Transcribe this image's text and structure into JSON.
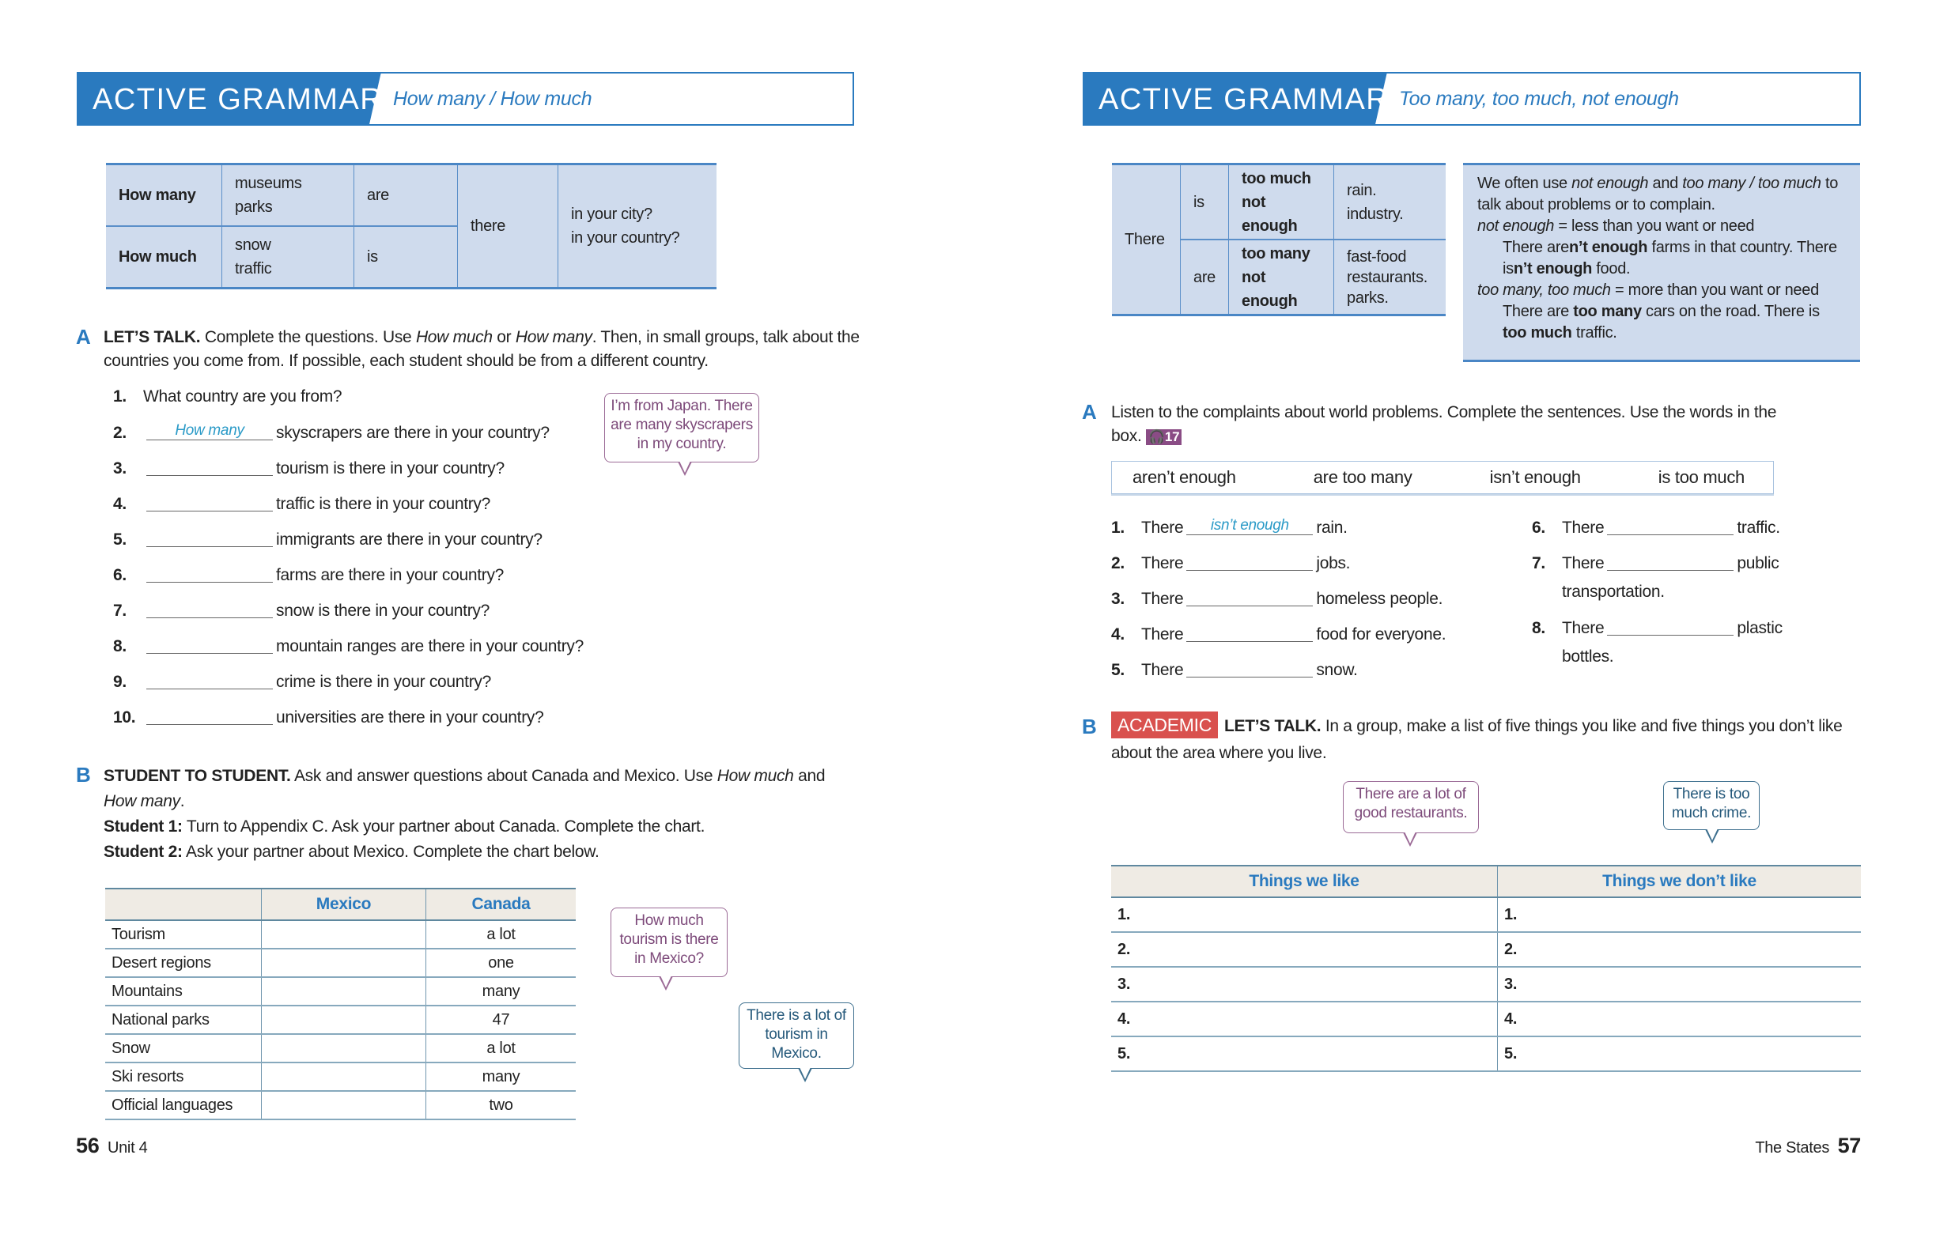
{
  "left": {
    "header": {
      "title": "ACTIVE GRAMMAR",
      "subtitle": "How many / How much"
    },
    "grammar_table": {
      "how_many": "How many",
      "many_nouns": [
        "museums",
        "parks"
      ],
      "are": "are",
      "how_much": "How much",
      "much_nouns": [
        "snow",
        "traffic"
      ],
      "is": "is",
      "there": "there",
      "places": [
        "in your city?",
        "in your country?"
      ]
    },
    "section_a": {
      "letter": "A",
      "heading": "LET’S TALK.",
      "text_1": " Complete the questions. Use ",
      "how_much": "How much",
      "or": " or ",
      "how_many": "How many",
      "text_2": ". Then, in small groups, talk about the countries you come from. If possible, each student should be from a different country.",
      "items": [
        {
          "num": "1.",
          "text": "What country are you from?"
        },
        {
          "num": "2.",
          "answer": "How many",
          "text": "skyscrapers are there in your country?"
        },
        {
          "num": "3.",
          "text": "tourism is there in your country?"
        },
        {
          "num": "4.",
          "text": "traffic is there in your country?"
        },
        {
          "num": "5.",
          "text": "immigrants are there in your country?"
        },
        {
          "num": "6.",
          "text": "farms are there in your country?"
        },
        {
          "num": "7.",
          "text": "snow is there in your country?"
        },
        {
          "num": "8.",
          "text": "mountain ranges are there in your country?"
        },
        {
          "num": "9.",
          "text": "crime is there in your country?"
        },
        {
          "num": "10.",
          "text": "universities are there in your country?"
        }
      ],
      "bubble": "I’m from Japan. There are many skyscrapers in my country."
    },
    "section_b": {
      "letter": "B",
      "heading": "STUDENT TO STUDENT.",
      "text_1": " Ask and answer questions about Canada and Mexico. Use ",
      "how_much": "How much",
      "and": " and ",
      "how_many": "How many",
      "period": ".",
      "student1_label": "Student 1:",
      "student1_text": " Turn to Appendix C. Ask your partner about Canada. Complete the chart.",
      "student2_label": "Student 2:",
      "student2_text": " Ask your partner about Mexico. Complete the chart below.",
      "table": {
        "headers": [
          "",
          "Mexico",
          "Canada"
        ],
        "rows": [
          [
            "Tourism",
            "",
            "a lot"
          ],
          [
            "Desert regions",
            "",
            "one"
          ],
          [
            "Mountains",
            "",
            "many"
          ],
          [
            "National parks",
            "",
            "47"
          ],
          [
            "Snow",
            "",
            "a lot"
          ],
          [
            "Ski resorts",
            "",
            "many"
          ],
          [
            "Official languages",
            "",
            "two"
          ]
        ]
      },
      "bubble_question": "How much tourism is there in Mexico?",
      "bubble_answer": "There is a lot of tourism in Mexico."
    },
    "footer": {
      "page": "56",
      "unit": "Unit 4"
    }
  },
  "right": {
    "header": {
      "title": "ACTIVE GRAMMAR",
      "subtitle": "Too many, too much, not enough"
    },
    "grammar_table": {
      "there": "There",
      "is": "is",
      "are": "are",
      "is_quantifiers": [
        "too much",
        "not enough"
      ],
      "is_nouns": [
        "rain.",
        "industry."
      ],
      "are_quantifiers": [
        "too many",
        "not enough"
      ],
      "are_nouns": [
        "fast-food",
        "restaurants.",
        "parks."
      ]
    },
    "note": {
      "l1a": "We often use ",
      "l1b": "not enough",
      "l1c": " and ",
      "l1d": "too many / too much",
      "l1e": " to talk about problems or to complain.",
      "l2a": "not enough",
      "l2b": " = less than you want or need",
      "l3a": "There are",
      "l3b": "n’t enough",
      "l3c": " farms in that country. There is",
      "l3d": "n’t enough",
      "l3e": " food.",
      "l4a": "too many, too much",
      "l4b": " = more than you want or need",
      "l5a": "There are ",
      "l5b": "too many",
      "l5c": " cars on the road. There is ",
      "l5d": "too much",
      "l5e": " traffic."
    },
    "section_a": {
      "letter": "A",
      "text": "Listen to the complaints about world problems. Complete the sentences. Use the words in the box.",
      "audio_track": "17",
      "word_box": [
        "aren’t enough",
        "are too many",
        "isn’t enough",
        "is too much"
      ],
      "items": [
        {
          "num": "1.",
          "start": "There",
          "answer": "isn’t enough",
          "end": "rain."
        },
        {
          "num": "2.",
          "start": "There",
          "end": "jobs."
        },
        {
          "num": "3.",
          "start": "There",
          "end": "homeless people."
        },
        {
          "num": "4.",
          "start": "There",
          "end": "food for everyone."
        },
        {
          "num": "5.",
          "start": "There",
          "end": "snow."
        },
        {
          "num": "6.",
          "start": "There",
          "end": "traffic."
        },
        {
          "num": "7.",
          "start": "There",
          "end": "public",
          "cont": "transportation."
        },
        {
          "num": "8.",
          "start": "There",
          "end": "plastic",
          "cont": "bottles."
        }
      ]
    },
    "section_b": {
      "letter": "B",
      "badge": "ACADEMIC",
      "heading": "LET’S TALK.",
      "text": " In a group, make a list of five things you like and five things you don’t like about the area where you live.",
      "bubble_like": "There are a lot of good restaurants.",
      "bubble_dislike": "There is too much crime.",
      "table": {
        "headers": [
          "Things we like",
          "Things we don’t like"
        ],
        "rows": [
          [
            "1.",
            "1."
          ],
          [
            "2.",
            "2."
          ],
          [
            "3.",
            "3."
          ],
          [
            "4.",
            "4."
          ],
          [
            "5.",
            "5."
          ]
        ]
      }
    },
    "footer": {
      "page": "57",
      "unit": "The States"
    }
  },
  "colors": {
    "brand_blue": "#2a7abf",
    "table_fill": "#cfdbed",
    "academic_red": "#d9514e",
    "audio_purple": "#8a4c85",
    "bubble_purple": "#7d4a7a",
    "bubble_teal": "#24587a",
    "answer_cyan": "#2a9ac7"
  }
}
